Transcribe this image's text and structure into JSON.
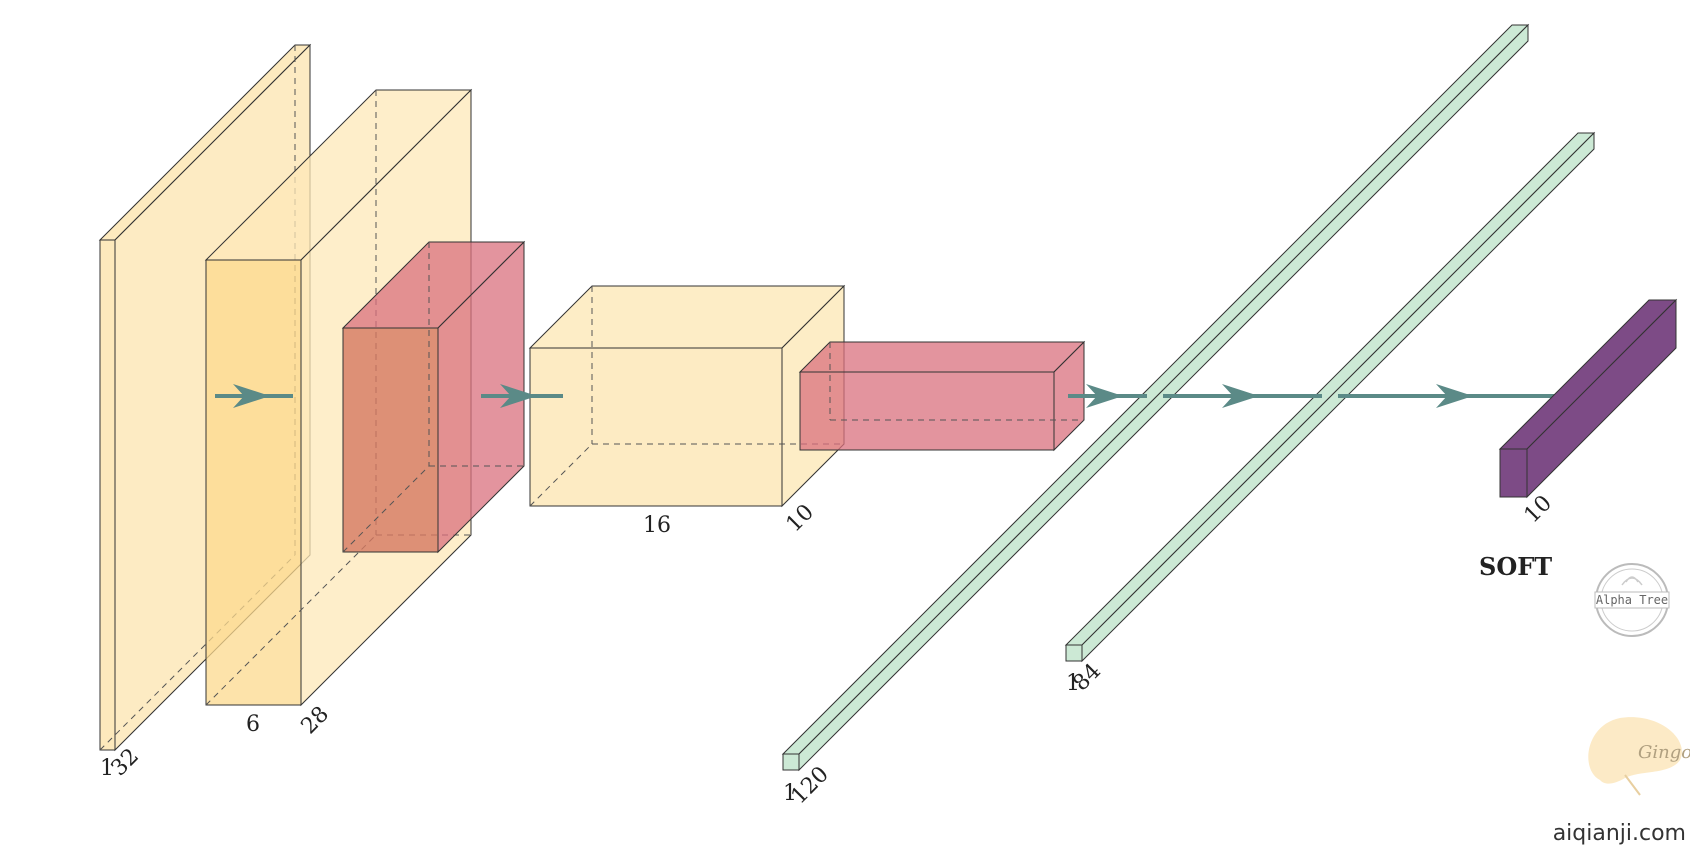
{
  "labels": {
    "input_depth": "1",
    "input_size": "32",
    "conv1_channels": "6",
    "conv1_size": "28",
    "conv2_channels": "16",
    "conv2_size": "10",
    "fc1_units": "120",
    "fc1_prefix": "1",
    "fc2_prefix": "1",
    "fc2_units": "84",
    "output_units": "10",
    "softmax": "SOFT"
  },
  "watermarks": {
    "badge_text": "Alpha Tree",
    "logo_text": "Gingo",
    "site": "aiqianji.com"
  },
  "colors": {
    "conv": "#fde8b8",
    "conv_front": "#fcd98d",
    "pool": "#d9707d",
    "pool_front": "#d57860",
    "fc": "#cce9d5",
    "softmax": "#7d4b86",
    "arrow": "#5b8a87"
  }
}
